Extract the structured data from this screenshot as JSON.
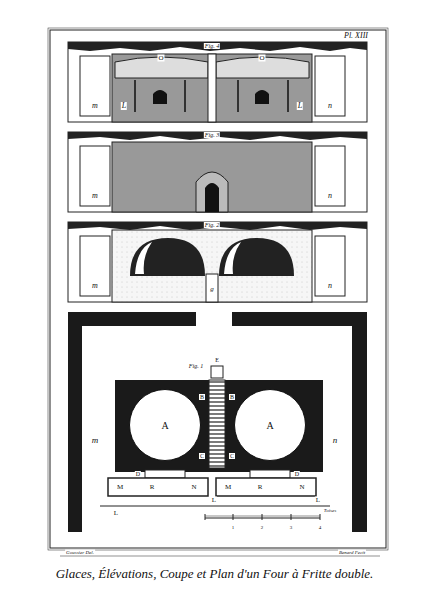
{
  "diagram": {
    "caption": "Glaces, Élévations, Coupe et Plan d'un Four à Fritte double.",
    "nodes": [
      {
        "text": [
          "A"
        ]
      },
      {
        "text": [
          "A"
        ]
      }
    ],
    "labels": [
      "Pl. XIII",
      "Fig. 4",
      "m",
      "L",
      "O",
      "O",
      "L",
      "n",
      "Fig. 3",
      "m",
      "n",
      "Fig. 2",
      "m",
      "n",
      "g",
      "Fig. 1",
      "E",
      "B",
      "B",
      "C",
      "C",
      "D",
      "D",
      "M",
      "R",
      "N",
      "M",
      "R",
      "N",
      "m",
      "n",
      "L",
      "L",
      "L",
      "1",
      "2",
      "3",
      "4",
      "Toises",
      "Goussier Del.",
      "Benard Fecit"
    ]
  }
}
